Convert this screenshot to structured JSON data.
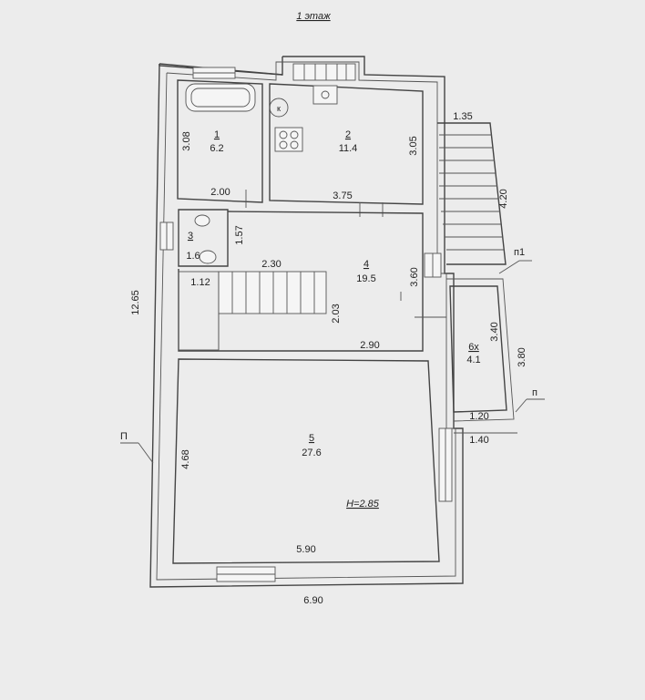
{
  "title": "1 этаж",
  "rooms": [
    {
      "number": "1",
      "area": "6.2"
    },
    {
      "number": "2",
      "area": "11.4"
    },
    {
      "number": "3",
      "area": "1.6"
    },
    {
      "number": "4",
      "area": "19.5"
    },
    {
      "number": "5",
      "area": "27.6"
    },
    {
      "number": "6х",
      "area": "4.1"
    }
  ],
  "ceiling_height": "H=2.85",
  "dimensions": {
    "d_12_65": "12.65",
    "d_3_08": "3.08",
    "d_3_05": "3.05",
    "d_2_00": "2.00",
    "d_3_75": "3.75",
    "d_1_35": "1.35",
    "d_4_20": "4.20",
    "d_1_57": "1.57",
    "d_2_30": "2.30",
    "d_3_60": "3.60",
    "d_1_12": "1.12",
    "d_2_03": "2.03",
    "d_2_90": "2.90",
    "d_3_40": "3.40",
    "d_3_80": "3.80",
    "d_1_20": "1.20",
    "d_1_40": "1.40",
    "d_4_68": "4.68",
    "d_5_90": "5.90",
    "d_6_90": "6.90"
  },
  "markers": {
    "p1": "п1",
    "p_right": "п",
    "p_left": "П",
    "k": "к"
  }
}
